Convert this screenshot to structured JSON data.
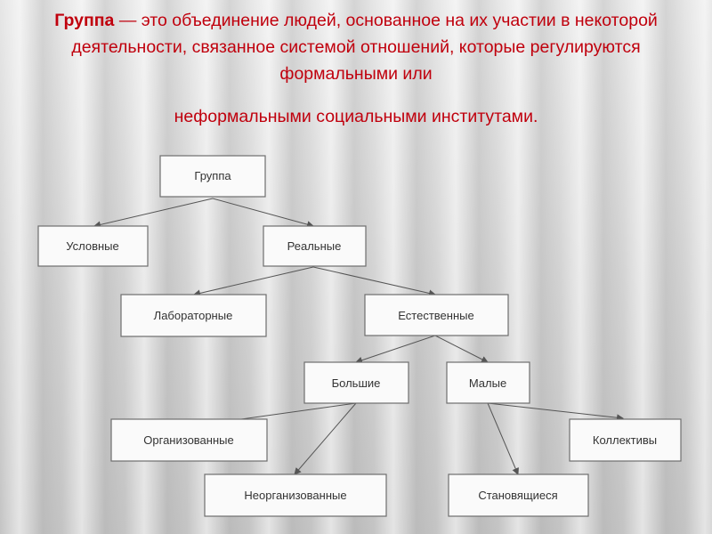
{
  "title": {
    "term": "Группа",
    "definition": " — это объединение людей, основанное на их участии в некоторой деятельности, связанное системой отношений, которые регулируются формальными или",
    "last_line": "неформальными социальными институтами."
  },
  "diagram": {
    "nodes": {
      "root": "Группа",
      "conditional": "Условные",
      "real": "Реальные",
      "laboratory": "Лабораторные",
      "natural": "Естественные",
      "large": "Большие",
      "small": "Малые",
      "organized": "Организованные",
      "unorganized": "Неорганизованные",
      "forming": "Становящиеся",
      "collectives": "Коллективы"
    }
  },
  "colors": {
    "title_text": "#c0000d",
    "node_border": "#6e6e6e",
    "node_fill": "#fafafa"
  }
}
